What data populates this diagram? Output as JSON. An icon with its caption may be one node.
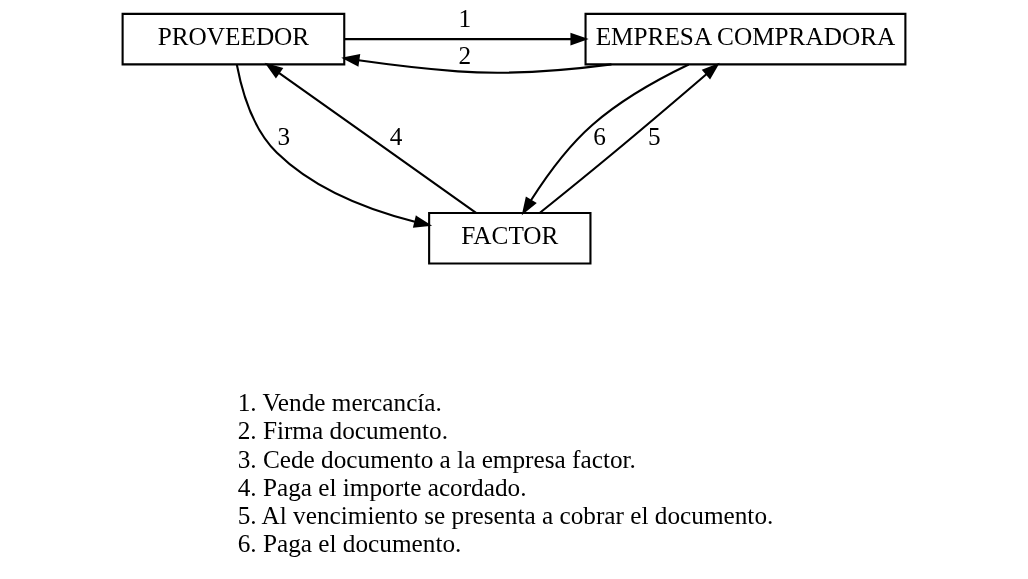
{
  "diagram": {
    "nodes": [
      {
        "text": [
          "PROVEEDOR"
        ]
      },
      {
        "text": [
          "EMPRESA COMPRADORA"
        ]
      },
      {
        "text": [
          "FACTOR"
        ]
      }
    ],
    "edges": [
      {
        "from": 0,
        "to": 1,
        "arrow": "to",
        "label": "1"
      },
      {
        "from": 1,
        "to": 0,
        "arrow": "to",
        "label": "2"
      },
      {
        "from": 0,
        "to": 2,
        "arrow": "to",
        "label": "3"
      },
      {
        "from": 2,
        "to": 0,
        "arrow": "to",
        "label": "4"
      },
      {
        "from": 2,
        "to": 1,
        "arrow": "to",
        "label": "5"
      },
      {
        "from": 1,
        "to": 2,
        "arrow": "to",
        "label": "6"
      }
    ],
    "labels": [
      "1. Vende mercancía.",
      "2. Firma documento.",
      "3. Cede documento a la empresa factor.",
      "4. Paga el importe acordado.",
      "5. Al vencimiento se presenta a cobrar el documento.",
      "6. Paga el documento."
    ]
  }
}
